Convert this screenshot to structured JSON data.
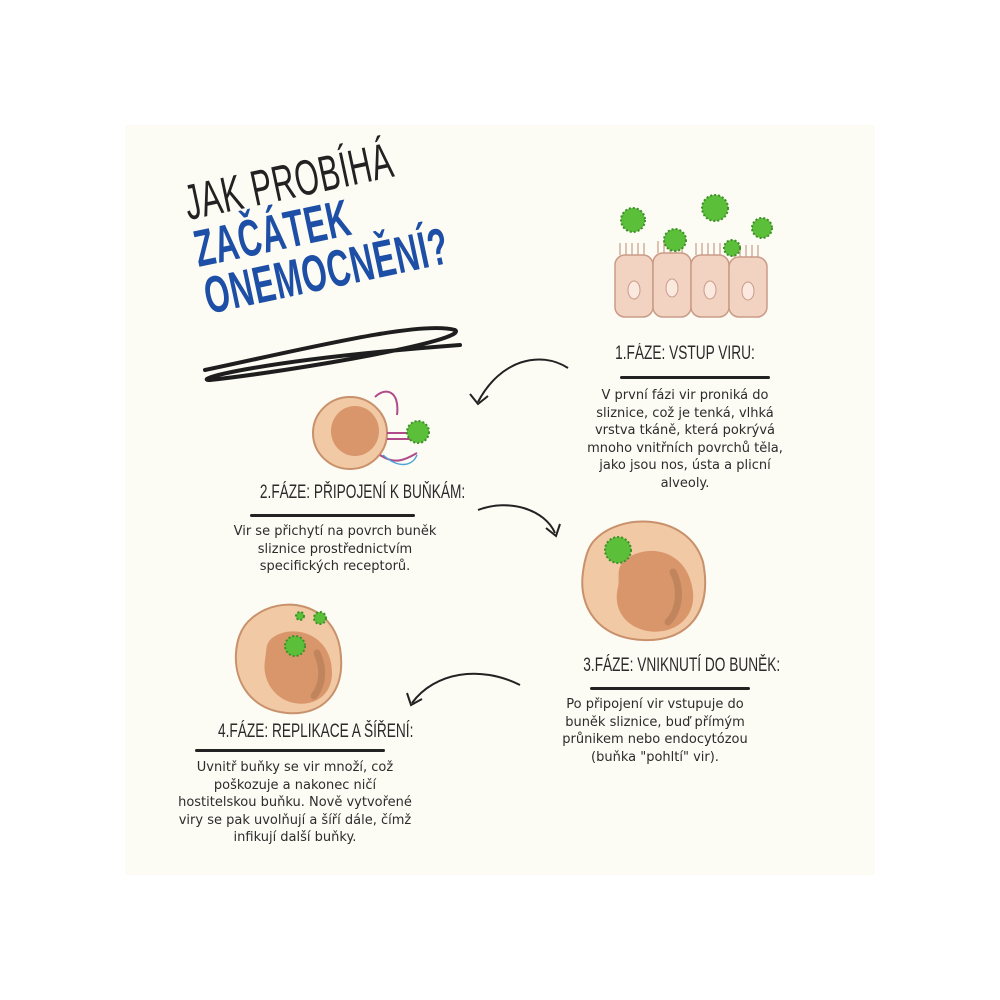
{
  "title": {
    "line1": "JAK PROBÍHÁ",
    "line2": "ZAČÁTEK",
    "line3": "ONEMOCNĚNÍ?"
  },
  "colors": {
    "accent": "#1d4fa6",
    "virus": "#5bbf3a",
    "cell": "#f1c9a5",
    "nucleus": "#d9966a",
    "background": "#fcfbf4"
  },
  "phases": [
    {
      "heading": "1.FÁZE: VSTUP VIRU:",
      "text": "V první fázi vir proniká do\nsliznice, což je tenká, vlhká\nvrstva tkáně, která pokrývá\nmnoho vnitřních povrchů těla,\njako jsou nos, ústa a plicní\nalveoly."
    },
    {
      "heading": "2.FÁZE: PŘIPOJENÍ K BUŇKÁM:",
      "text": "Vir se přichytí na povrch buněk\nsliznice prostřednictvím\nspecifických receptorů."
    },
    {
      "heading": "3.FÁZE: VNIKNUTÍ DO BUNĚK:",
      "text": "Po připojení vir vstupuje do\nbuněk sliznice, buď přímým\nprůnikem nebo endocytózou\n(buňka \"pohltí\" vir)."
    },
    {
      "heading": "4.FÁZE: REPLIKACE A ŠÍŘENÍ:",
      "text": "Uvnitř buňky se vir množí, což\npoškozuje a nakonec ničí\nhostitelskou buňku. Nově vytvořené\nviry se pak uvolňují a šíří dále, čímž\ninfikují další buňky."
    }
  ]
}
